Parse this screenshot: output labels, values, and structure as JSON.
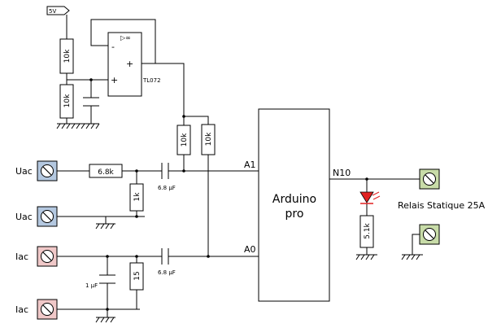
{
  "supply": {
    "label": "5V"
  },
  "opamp": {
    "part": "TL072",
    "minus": "-",
    "plus": "+",
    "out_sign": "▷∞"
  },
  "resistors": {
    "r_div_top": "10k",
    "r_div_bot": "10k",
    "r_bias_a": "10k",
    "r_bias_b": "10k",
    "r_series": "6.8k",
    "r_load": "1k",
    "r_shunt": "15",
    "r_led": "5.1k"
  },
  "capacitors": {
    "c_uac": "6.8 µF",
    "c_iac": "6.8 µF",
    "c_iac_filter": "1 µF"
  },
  "sockets": {
    "uac_top": "Uac",
    "uac_bot": "Uac",
    "iac_top": "Iac",
    "iac_bot": "Iac"
  },
  "arduino": {
    "line1": "Arduino",
    "line2": "pro"
  },
  "pins": {
    "a1": "A1",
    "a0": "A0",
    "n10": "N10"
  },
  "relay": {
    "label": "Relais Statique 25A"
  },
  "colors": {
    "blue_terminal": "#b4c8e0",
    "red_terminal": "#f0c8c8",
    "green_terminal": "#c8dca8",
    "led": "#e02020"
  }
}
